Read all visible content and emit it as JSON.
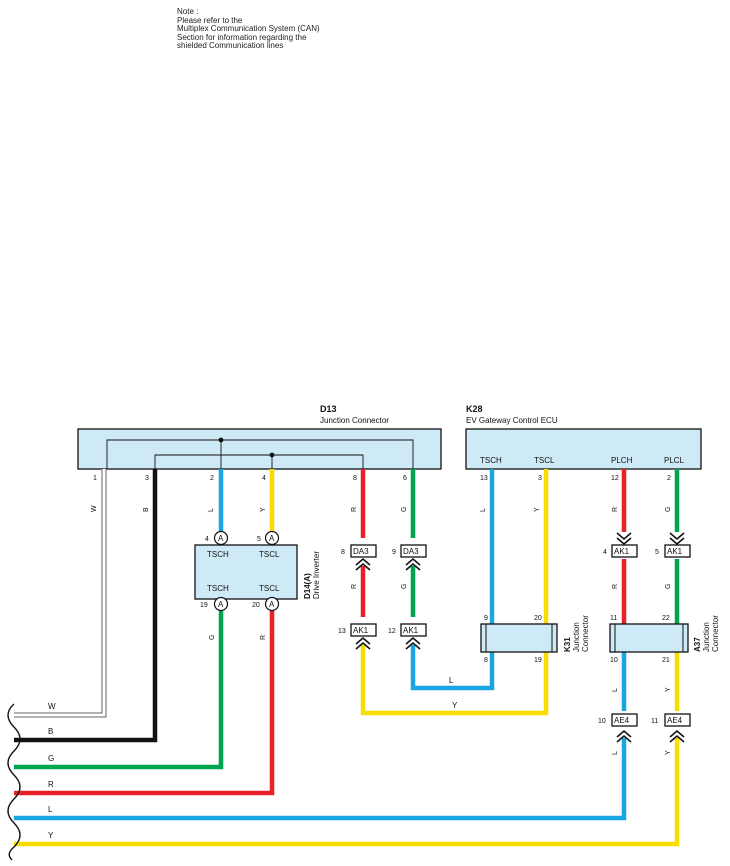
{
  "note": {
    "lines": [
      "Note :",
      "Please refer to the",
      "Multiplex Communication System (CAN)",
      "Section for information regarding the",
      "shielded Communication lines"
    ]
  },
  "colors": {
    "L": "#1aa6e0",
    "Y": "#f7dd00",
    "R": "#e8202a",
    "G": "#00a550",
    "B": "#111111",
    "W": "#ffffff",
    "box_fill": "#cfeaf7"
  },
  "connectors": {
    "d13": {
      "code": "D13",
      "name": "Junction Connector",
      "pins": [
        "1",
        "3",
        "2",
        "4",
        "8",
        "6"
      ]
    },
    "k28": {
      "code": "K28",
      "name": "EV Gateway Control ECU",
      "pins": [
        "13",
        "3",
        "12",
        "2"
      ],
      "terminals": [
        "TSCH",
        "TSCL",
        "PLCH",
        "PLCL"
      ]
    },
    "d14": {
      "code": "D14(A)",
      "name": "Drive Inverter",
      "top_pins": [
        "4",
        "5"
      ],
      "bottom_pins": [
        "19",
        "20"
      ],
      "terminals_top": [
        "TSCH",
        "TSCL"
      ],
      "terminals_bottom": [
        "TSCH",
        "TSCL"
      ],
      "marker": "A"
    },
    "k31": {
      "code": "K31",
      "name_line1": "Junction",
      "name_line2": "Connector",
      "pins_top": [
        "9",
        "20"
      ],
      "pins_bottom": [
        "8",
        "19"
      ]
    },
    "a37": {
      "code": "A37",
      "name_line1": "Junction",
      "name_line2": "Connector",
      "pins_top": [
        "11",
        "22"
      ],
      "pins_bottom": [
        "10",
        "21"
      ]
    }
  },
  "inline_connectors": {
    "da3_left": {
      "pin": "8",
      "code": "DA3"
    },
    "da3_right": {
      "pin": "9",
      "code": "DA3"
    },
    "ak1_low_left": {
      "pin": "13",
      "code": "AK1"
    },
    "ak1_low_right": {
      "pin": "12",
      "code": "AK1"
    },
    "ak1_top_left": {
      "pin": "4",
      "code": "AK1"
    },
    "ak1_top_right": {
      "pin": "5",
      "code": "AK1"
    },
    "ae4_left": {
      "pin": "10",
      "code": "AE4"
    },
    "ae4_right": {
      "pin": "11",
      "code": "AE4"
    }
  },
  "wire_labels": {
    "d13_w": "W",
    "d13_b": "B",
    "d13_l": "L",
    "d13_y": "Y",
    "d13_r": "R",
    "d13_g": "G",
    "d14_g": "G",
    "d14_r": "R",
    "da3_r": "R",
    "da3_g": "G",
    "k28_l": "L",
    "k28_y": "Y",
    "k28_r": "R",
    "k28_g": "G",
    "ak1_r": "R",
    "ak1_g": "G",
    "a37_l": "L",
    "a37_y": "Y",
    "ae4_l": "L",
    "ae4_y": "Y",
    "loop_l": "L",
    "loop_y": "Y"
  },
  "bundle_wires": [
    "W",
    "B",
    "G",
    "R",
    "L",
    "Y"
  ]
}
